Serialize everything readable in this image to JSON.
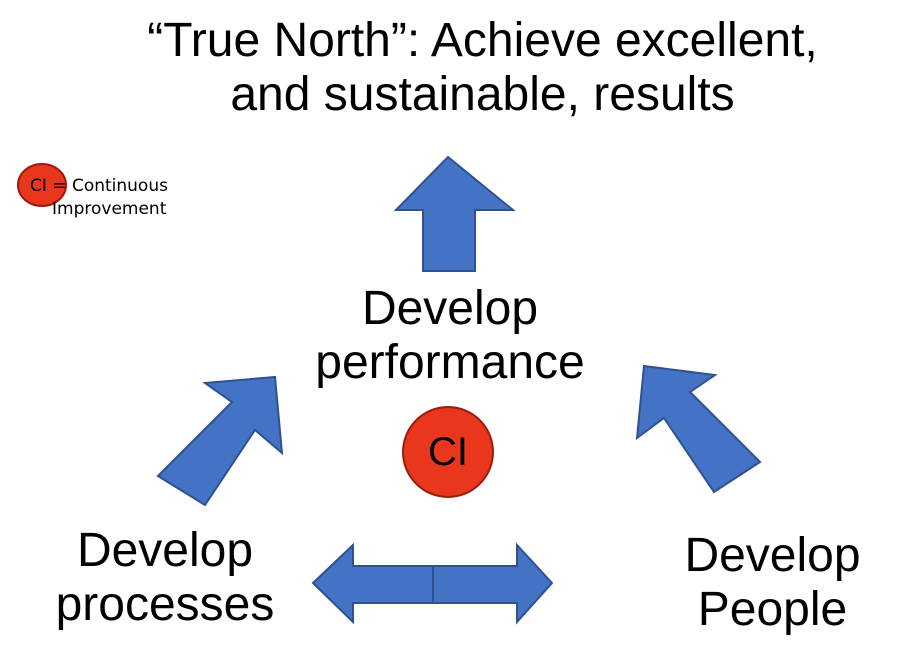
{
  "title": {
    "line1": "“True North”: Achieve excellent,",
    "line2": "and sustainable, results"
  },
  "legend": {
    "abbr": "CI",
    "line1": "= Continuous",
    "line2": "Improvement"
  },
  "nodes": {
    "performance": {
      "line1": "Develop",
      "line2": "performance"
    },
    "processes": {
      "line1": "Develop",
      "line2": "processes"
    },
    "people": {
      "line1": "Develop",
      "line2": "People"
    }
  },
  "center_badge": {
    "label": "CI"
  },
  "colors": {
    "arrow_fill": "#4472c4",
    "arrow_stroke": "#2f528f",
    "ci_fill": "#e8371c",
    "ci_stroke": "#9b1b0a",
    "text": "#000000"
  }
}
